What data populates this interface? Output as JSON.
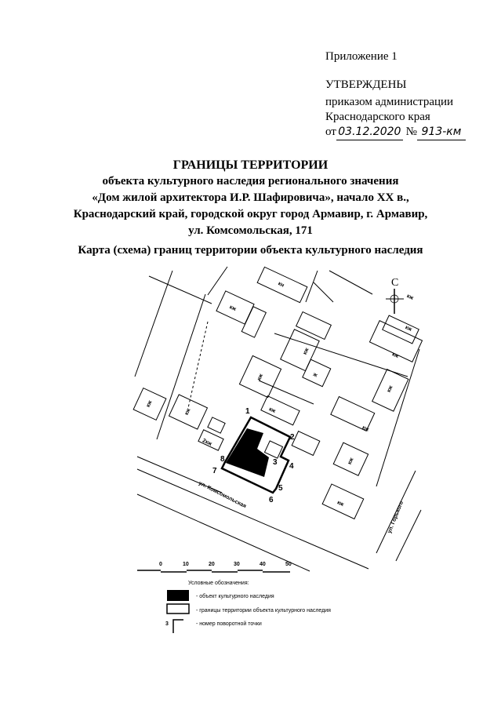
{
  "header": {
    "appendix": "Приложение 1",
    "approved": "УТВЕРЖДЕНЫ",
    "order_line1": "приказом администрации",
    "order_line2": "Краснодарского края",
    "date_prefix": "от",
    "date_handwritten": "03.12.2020",
    "number_prefix": "№",
    "number_handwritten": "913-км"
  },
  "title": {
    "heading": "ГРАНИЦЫ ТЕРРИТОРИИ",
    "line1": "объекта культурного наследия регионального значения",
    "line2": "«Дом жилой архитектора И.Р. Шафировича», начало XX в.,",
    "line3": "Краснодарский край, городской округ город Армавир, г. Армавир,",
    "line4": "ул. Комсомольская, 171"
  },
  "map_title": "Карта (схема) границ территории объекта культурного наследия",
  "map": {
    "north": "С",
    "street_main": "ул. Комсомольская",
    "street_side": "ул. Горького",
    "building_labels": [
      "кн",
      "кж",
      "кж",
      "ж",
      "кж",
      "кж",
      "кж",
      "кж",
      "кж",
      "кж",
      "кж",
      "кж",
      "кж",
      "2кж",
      "кж",
      "кж",
      "кж"
    ],
    "points": [
      "1",
      "2",
      "3",
      "4",
      "5",
      "6",
      "7",
      "8"
    ]
  },
  "scale": {
    "ticks": [
      "0",
      "10",
      "20",
      "30",
      "40",
      "50"
    ]
  },
  "legend": {
    "title": "Условные обозначения:",
    "items": [
      {
        "label": "- объект культурного наследия"
      },
      {
        "label": "- границы территории объекта культурного наследия"
      },
      {
        "label": "- номер поворотной точки",
        "symbol_text": "3"
      }
    ]
  }
}
